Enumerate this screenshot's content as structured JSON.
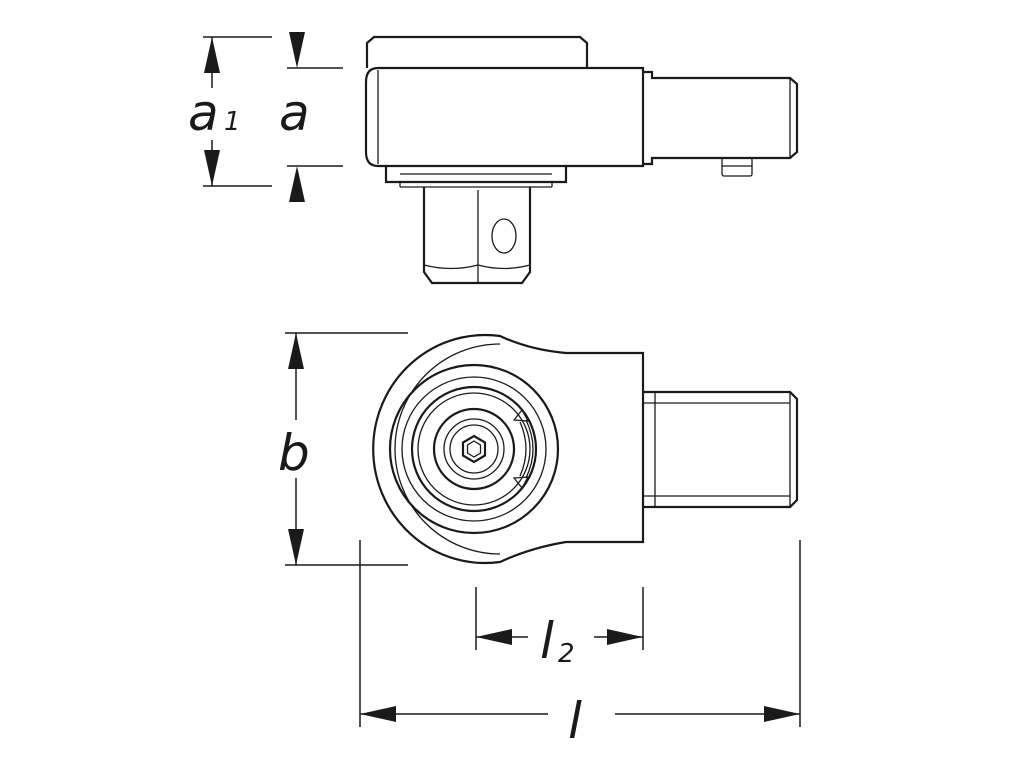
{
  "labels": {
    "a1_main": "a",
    "a1_sub": "1",
    "a": "a",
    "b": "b",
    "l2_main": "l",
    "l2_sub": "2",
    "l": "l"
  }
}
